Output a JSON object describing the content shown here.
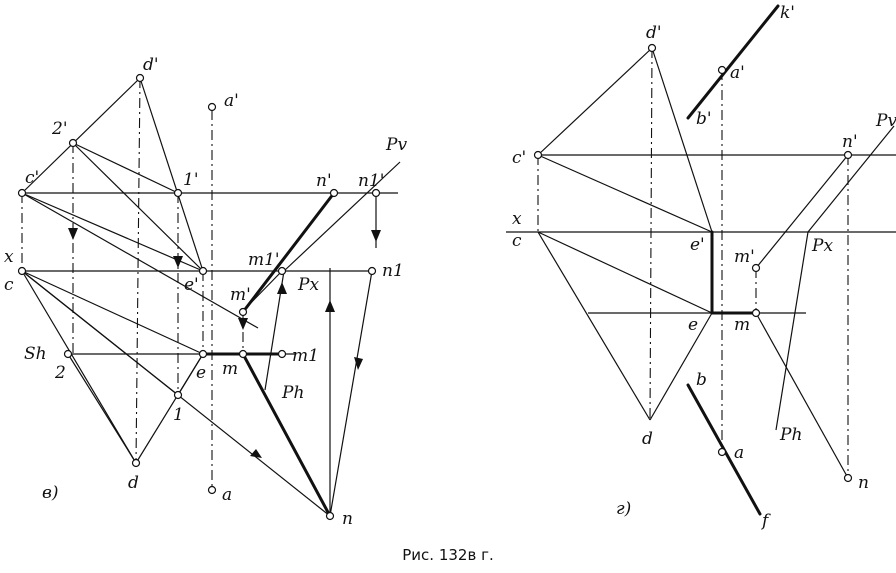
{
  "caption": "Рис. 132в г.",
  "left_figure": {
    "label": "в)",
    "points": {
      "d_prime": "d'",
      "two_prime": "2'",
      "c_prime": "c'",
      "one_prime": "1'",
      "a_prime": "a'",
      "n_prime": "n'",
      "n1_prime": "n1'",
      "Pv": "Pv",
      "x": "x",
      "c": "c",
      "e_prime": "e'",
      "m1_prime": "m1'",
      "Px": "Px",
      "n1": "n1",
      "m_prime": "m'",
      "Sh": "Sh",
      "two": "2",
      "e": "e",
      "m": "m",
      "m1": "m1",
      "one": "1",
      "Ph": "Ph",
      "d": "d",
      "a": "a",
      "n": "n"
    }
  },
  "right_figure": {
    "label": "г)",
    "points": {
      "d_prime": "d'",
      "k_prime": "k'",
      "a_prime": "a'",
      "b_prime": "b'",
      "c_prime": "c'",
      "n_prime": "n'",
      "Pv": "Pv",
      "x": "x",
      "c": "c",
      "e_prime": "e'",
      "m_prime": "m'",
      "Px": "Px",
      "e": "e",
      "m": "m",
      "b": "b",
      "d": "d",
      "a": "a",
      "Ph": "Ph",
      "n": "n",
      "f": "f"
    }
  }
}
